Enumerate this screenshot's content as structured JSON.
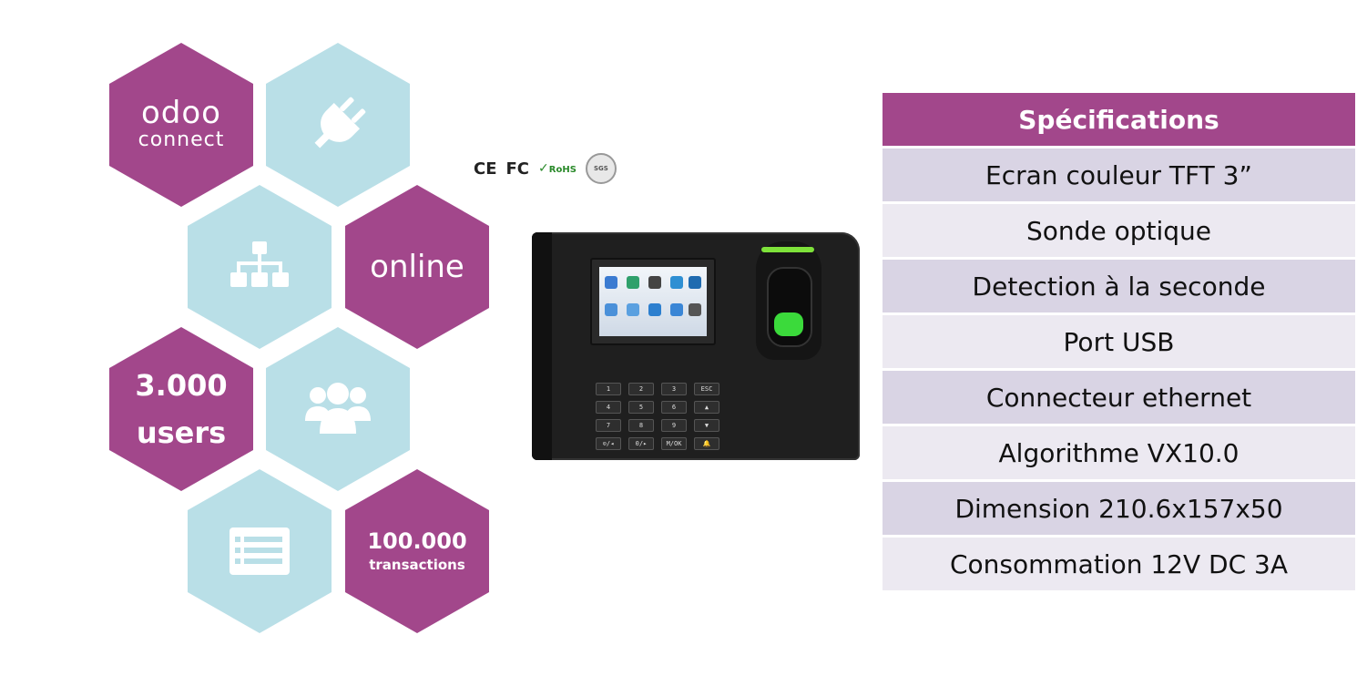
{
  "hexagons": {
    "logo": {
      "line1": "odoo",
      "line2": "connect"
    },
    "online": "online",
    "users": {
      "line1": "3.000",
      "line2": "users"
    },
    "transactions": {
      "line1": "100.000",
      "line2": "transactions"
    },
    "icons": [
      "plug-icon",
      "network-icon",
      "users-group-icon",
      "list-icon"
    ]
  },
  "certifications": [
    "CE",
    "FC",
    "RoHS",
    "SGS"
  ],
  "colors": {
    "purple": "#a2478b",
    "light_blue": "#b9dfe7",
    "row_odd": "#d9d4e4",
    "row_even": "#ece9f1"
  },
  "device": {
    "keys": [
      "1",
      "2",
      "3",
      "ESC",
      "4",
      "5",
      "6",
      "▲",
      "7",
      "8",
      "9",
      "▼",
      "⊙/◂",
      "0/▸",
      "M/OK",
      "🔔"
    ]
  },
  "specs": {
    "header": "Spécifications",
    "rows": [
      "Ecran couleur TFT 3”",
      "Sonde optique",
      "Detection à la seconde",
      "Port USB",
      "Connecteur ethernet",
      "Algorithme VX10.0",
      "Dimension 210.6x157x50",
      "Consommation 12V DC 3A"
    ]
  }
}
